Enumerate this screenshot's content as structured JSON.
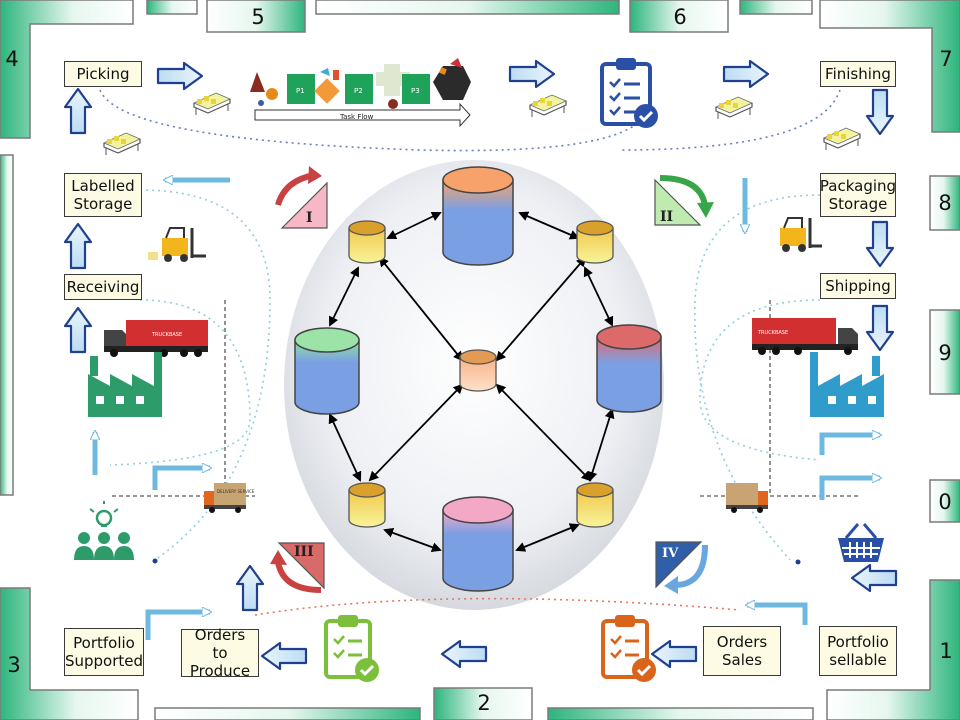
{
  "process_labels": {
    "picking": "Picking",
    "labelled_storage": "Labelled Storage",
    "receiving": "Receiving",
    "finishing": "Finishing",
    "packaging_storage": "Packaging Storage",
    "shipping": "Shipping",
    "portfolio_supported": "Portfolio Supported",
    "orders_to_produce": "Orders to Produce",
    "orders_sales": "Orders Sales",
    "portfolio_sellable": "Portfolio sellable"
  },
  "zone_numbers": {
    "z0": "0",
    "z1": "1",
    "z2": "2",
    "z3": "3",
    "z4": "4",
    "z5": "5",
    "z6": "6",
    "z7": "7",
    "z8": "8",
    "z9": "9"
  },
  "quadrants": {
    "q1": "I",
    "q2": "II",
    "q3": "III",
    "q4": "IV"
  },
  "task_flow": {
    "p1": "P1",
    "p2": "P2",
    "p3": "P3",
    "caption": "Task Flow"
  },
  "truck_text": {
    "brand": "TRUCKBASE",
    "delivery": "DELIVERY SERVICE"
  },
  "colors": {
    "frame_green": "#2db57c",
    "frame_light": "#e6f7ef",
    "arrow_fill": "#d7ecf7",
    "arrow_stroke": "#1f3f8f",
    "label_bg": "#fdfbe3",
    "cylinder_blue": "#7b9fe3",
    "cylinder_yellow": "#f2c94c",
    "factory_green": "#2e9c6a",
    "factory_blue": "#2f9ccb",
    "clipboard_blue": "#2a4fa6",
    "clipboard_green": "#7bbf3a",
    "clipboard_orange": "#d9641a"
  },
  "icons": [
    "conveyor-icon",
    "forklift-icon",
    "truck-icon",
    "factory-icon",
    "clipboard-check-icon",
    "shopping-basket-icon",
    "team-idea-icon",
    "delivery-van-icon",
    "rotate-arrow-icon"
  ]
}
